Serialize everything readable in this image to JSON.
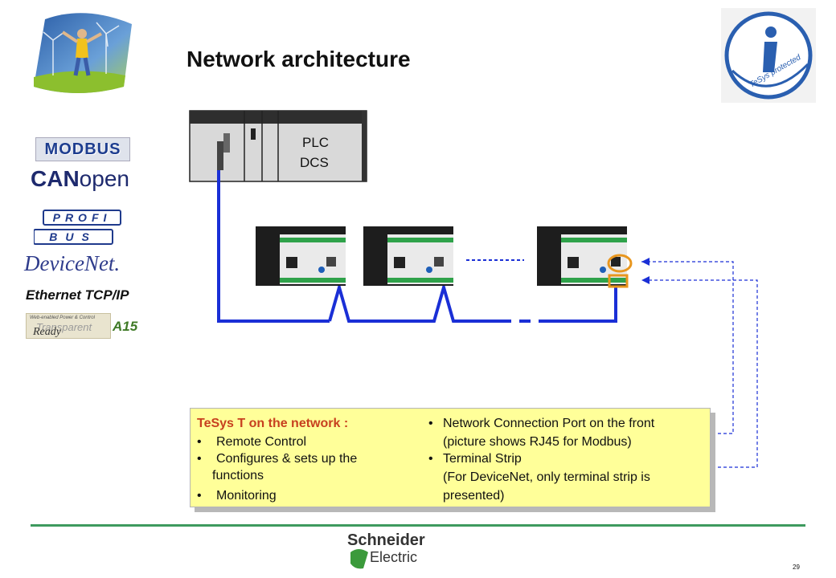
{
  "title": "Network architecture",
  "protocols": {
    "modbus": "MODBUS",
    "canopen_bold": "CAN",
    "canopen_light": "open",
    "profibus_top": "PROFI",
    "profibus_bottom": "BUS",
    "devicenet": "DeviceNet.",
    "ethernet": "Ethernet TCP/IP",
    "transparent_ready_small": "Web-enabled Power & Control",
    "transparent_ready_mid": "Transparent",
    "transparent_ready": "Ready",
    "a15": "A15"
  },
  "plc": {
    "line1": "PLC",
    "line2": "DCS"
  },
  "brand_badge": {
    "text": "TeSys protected",
    "letter": "i"
  },
  "callout": {
    "heading": "TeSys T on the network :",
    "left_items": [
      "Remote Control",
      "Configures & sets up the",
      "functions",
      "Monitoring"
    ],
    "right_items": [
      "Network Connection Port on the front",
      "(picture shows RJ45 for Modbus)",
      "Terminal Strip",
      "(For DeviceNet, only terminal strip is",
      "presented)"
    ],
    "bullet": "•"
  },
  "footer": {
    "brand_line1": "Schneider",
    "brand_line2": "Electric",
    "page_number": "29"
  },
  "colors": {
    "network_blue": "#1a2fd6",
    "callout_fill": "#ffff99",
    "rule_green": "#3e9a5e",
    "highlight_orange": "#e8961e"
  }
}
